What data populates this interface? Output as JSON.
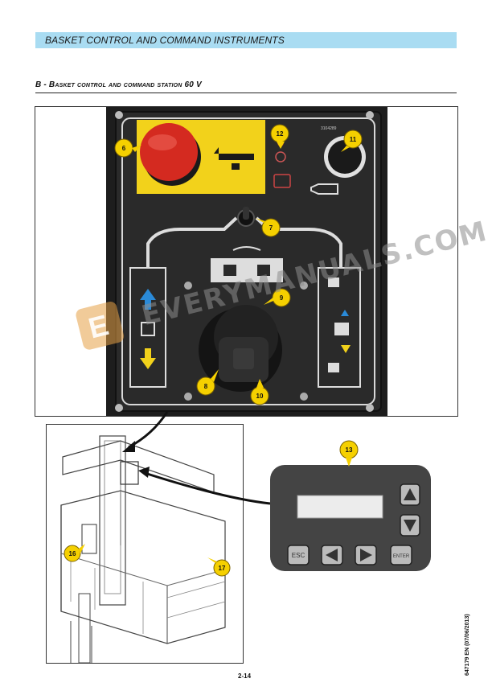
{
  "header": {
    "title": "BASKET CONTROL AND COMMAND INSTRUMENTS"
  },
  "section": {
    "title": "B - Basket control and command station 60 V"
  },
  "callouts": {
    "c6": "6",
    "c7": "7",
    "c8": "8",
    "c9": "9",
    "c10": "10",
    "c11": "11",
    "c12": "12",
    "c13": "13",
    "c16": "16",
    "c17": "17"
  },
  "panel": {
    "small_code": "3104289"
  },
  "control_box": {
    "esc_label": "ESC",
    "enter_label": "ENTER"
  },
  "watermark": {
    "text": "EVERYMANUALS.COM",
    "logo_letter": "E"
  },
  "footer": {
    "page_number": "2-14",
    "doc_code": "647179 EN (07/06/2013)"
  },
  "colors": {
    "header_bar": "#a9dcf2",
    "callout_fill": "#f5d000",
    "panel_dark": "#2b2b2b",
    "emergency_red": "#d42a20",
    "yellow_plate": "#f2d21b",
    "control_box": "#444444"
  }
}
